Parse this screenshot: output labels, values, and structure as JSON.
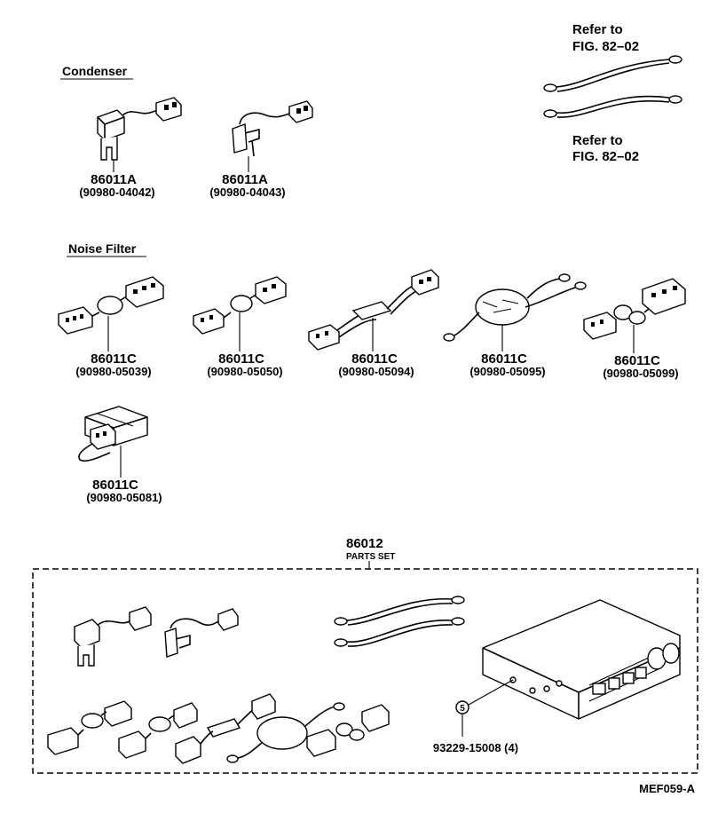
{
  "sections": {
    "condenser": "Condenser",
    "noise_filter": "Noise Filter"
  },
  "refs": {
    "top_line1": "Refer to",
    "top_line2": "FIG. 82–02",
    "bottom_line1": "Refer to",
    "bottom_line2": "FIG. 82–02"
  },
  "parts": {
    "condenser_1": {
      "code": "86011A",
      "number": "(90980-04042)"
    },
    "condenser_2": {
      "code": "86011A",
      "number": "(90980-04043)"
    },
    "filter_1": {
      "code": "86011C",
      "number": "(90980-05039)"
    },
    "filter_2": {
      "code": "86011C",
      "number": "(90980-05050)"
    },
    "filter_3": {
      "code": "86011C",
      "number": "(90980-05094)"
    },
    "filter_4": {
      "code": "86011C",
      "number": "(90980-05095)"
    },
    "filter_5": {
      "code": "86011C",
      "number": "(90980-05099)"
    },
    "filter_6": {
      "code": "86011C",
      "number": "(90980-05081)"
    }
  },
  "parts_set": {
    "code": "86012",
    "label": "PARTS SET",
    "screw_callout": "5",
    "screw_number": "93229-15008 (4)"
  },
  "figure_id": "MEF059-A"
}
